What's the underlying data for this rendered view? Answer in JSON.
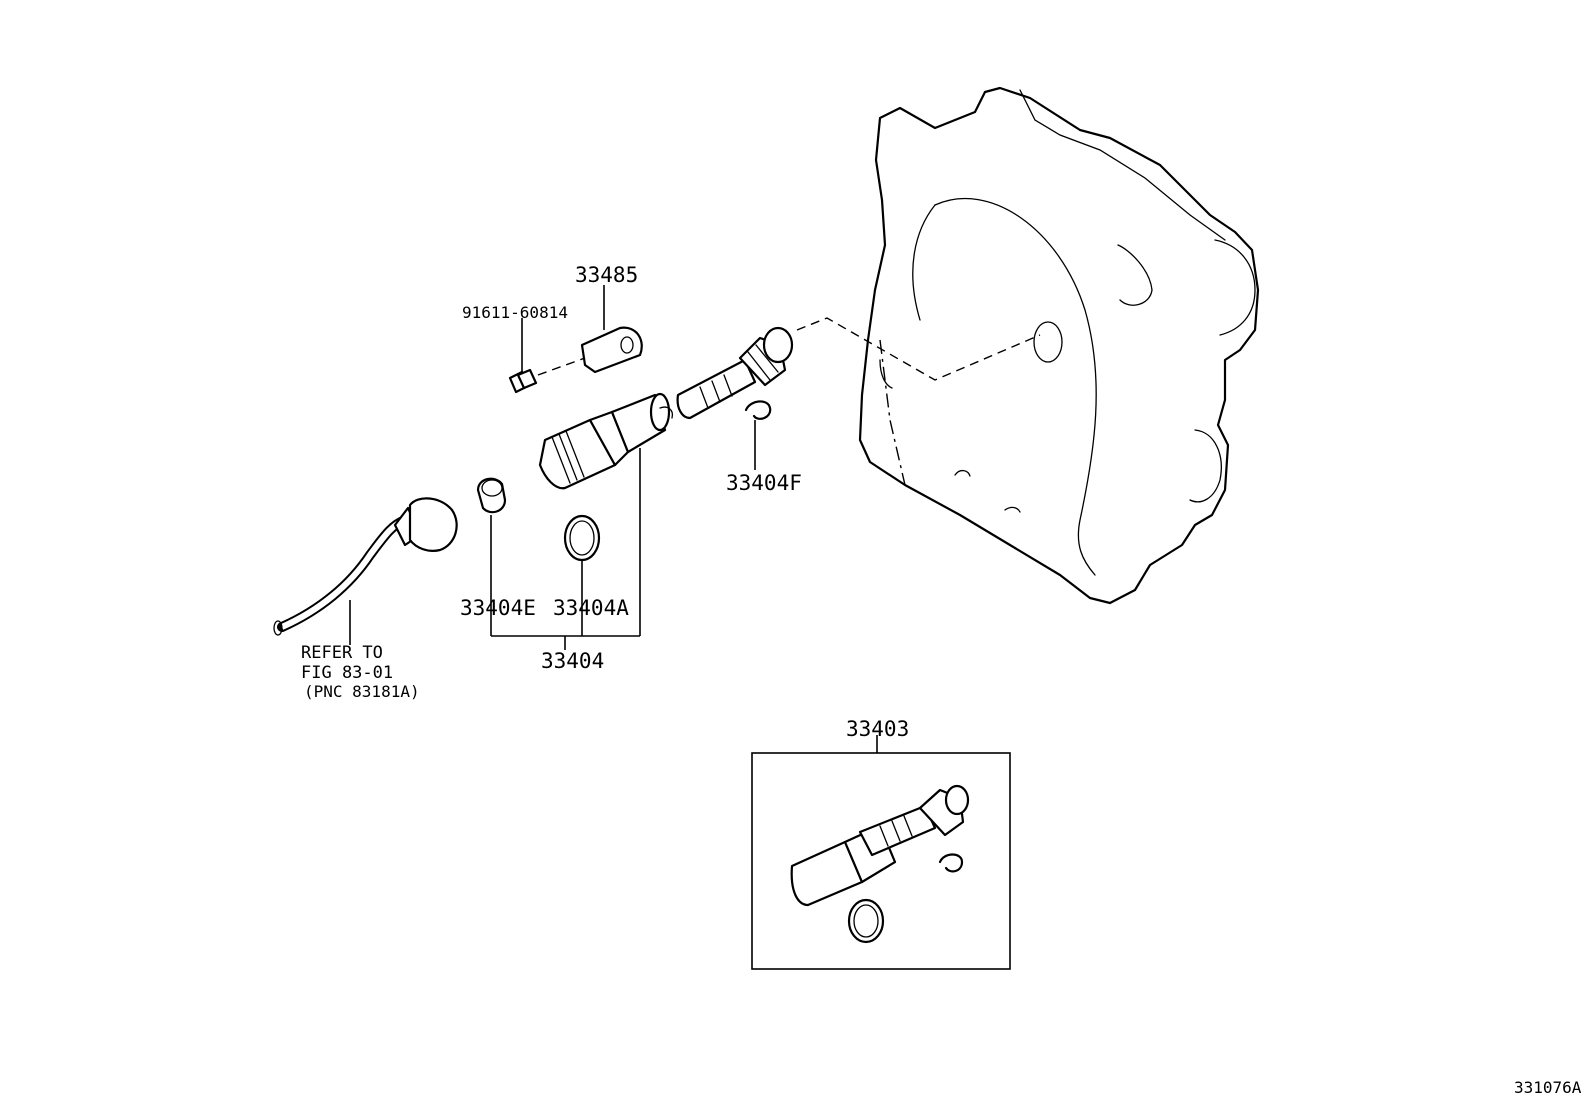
{
  "labels": {
    "p33485": "33485",
    "p91611": "91611-60814",
    "p33404F": "33404F",
    "p33404E": "33404E",
    "p33404A": "33404A",
    "p33404": "33404",
    "p33403": "33403",
    "refer_line1": "REFER TO",
    "refer_line2": "FIG 83-01",
    "refer_line3": "(PNC 83181A)",
    "figure_id": "331076A"
  }
}
